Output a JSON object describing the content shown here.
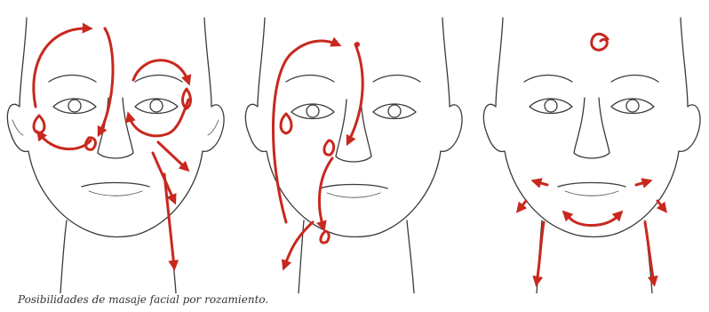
{
  "caption": "Posibilidades de masaje facial por rozamiento.",
  "colors": {
    "arrow": "#c8281e",
    "line": "#3a3a3a",
    "background": "#ffffff"
  },
  "illustrations": [
    {
      "name": "face-left",
      "strokes": "cheek circles, temple loops, neck lines"
    },
    {
      "name": "face-middle",
      "strokes": "forehead arc, cheek and jaw line"
    },
    {
      "name": "face-right",
      "strokes": "forehead spiral, mouth and chin, neck lines"
    }
  ]
}
